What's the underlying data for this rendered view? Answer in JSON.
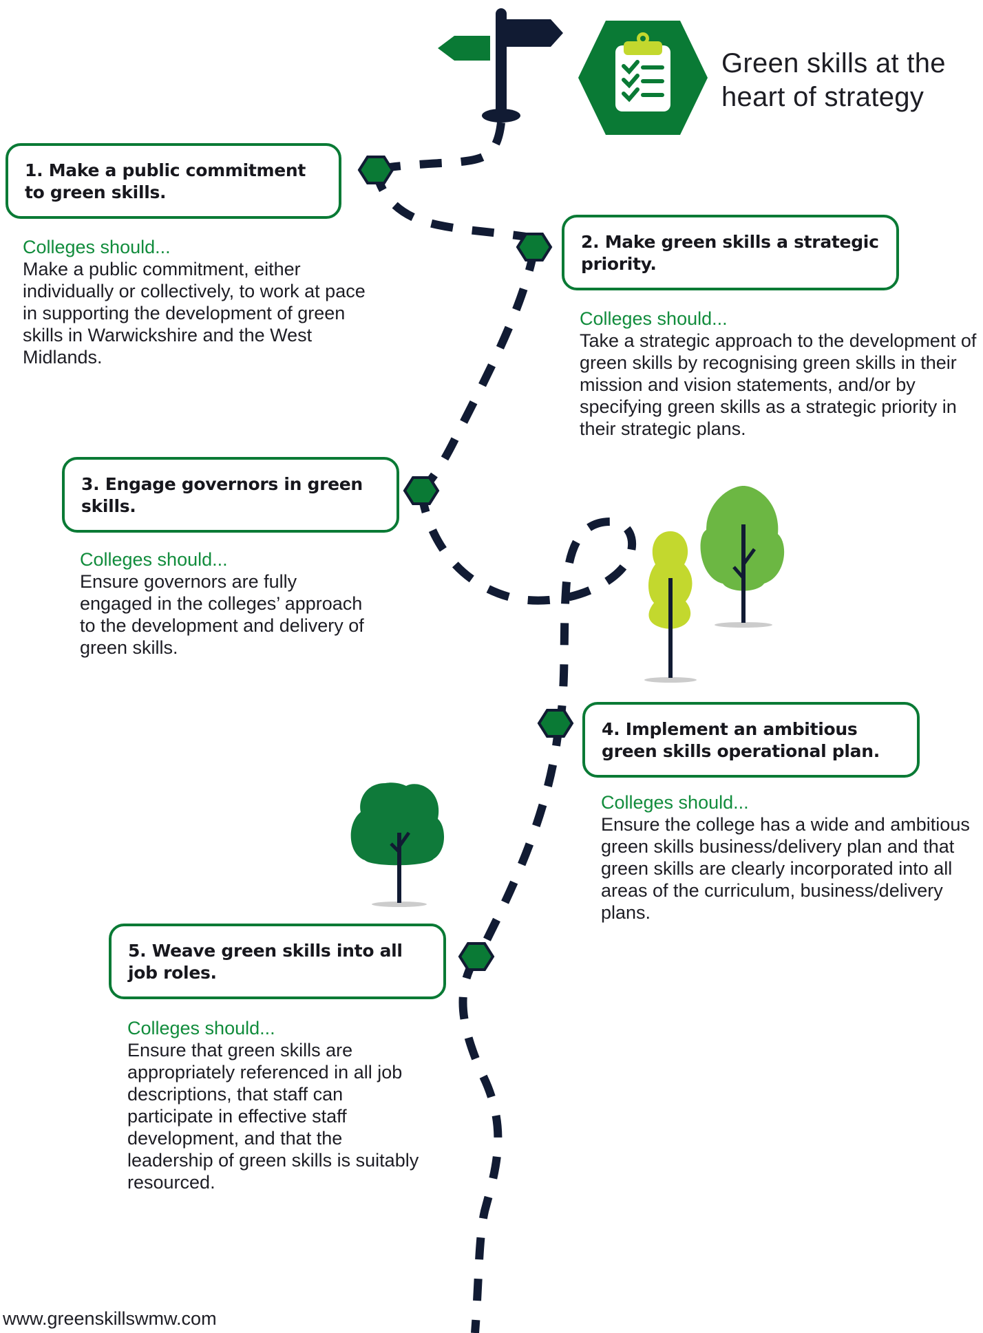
{
  "header": {
    "title_line1": "Green skills at the",
    "title_line2": "heart of strategy"
  },
  "steps": [
    {
      "title": "1. Make a public commitment to green skills.",
      "should": "Colleges should...",
      "body": "Make a public commitment, either individually or collectively, to work at pace in supporting the development of green skills in Warwickshire and the West Midlands."
    },
    {
      "title": "2. Make green skills a strategic priority.",
      "should": "Colleges should...",
      "body": "Take a strategic approach to the development of green skills by recognising green skills in their mission and vision statements, and/or by specifying green skills as a strategic priority in their strategic plans."
    },
    {
      "title": "3. Engage governors in green skills.",
      "should": "Colleges should...",
      "body": "Ensure governors are fully engaged in the colleges’ approach to the development and delivery of green skills."
    },
    {
      "title": "4. Implement an ambitious green skills operational plan.",
      "should": "Colleges should...",
      "body": "Ensure the college has a wide and ambitious green skills business/delivery plan and that green skills are clearly incorporated into all areas of the curriculum, business/delivery plans."
    },
    {
      "title": "5. Weave green skills into all job roles.",
      "should": "Colleges should...",
      "body": "Ensure that green skills are appropriately referenced in all job descriptions, that staff can participate in effective staff development, and that the leadership of green skills is suitably resourced."
    }
  ],
  "footer": {
    "url": "www.greenskillswmw.com"
  },
  "colors": {
    "brand_green": "#0a7a35",
    "text_green": "#118c3c",
    "navy": "#111b33",
    "tree_dark": "#0f7a3a",
    "tree_mid": "#6cb743",
    "tree_lime": "#c3d82e"
  },
  "icons": [
    "signpost-icon",
    "clipboard-checklist-icon",
    "tree-icon"
  ]
}
